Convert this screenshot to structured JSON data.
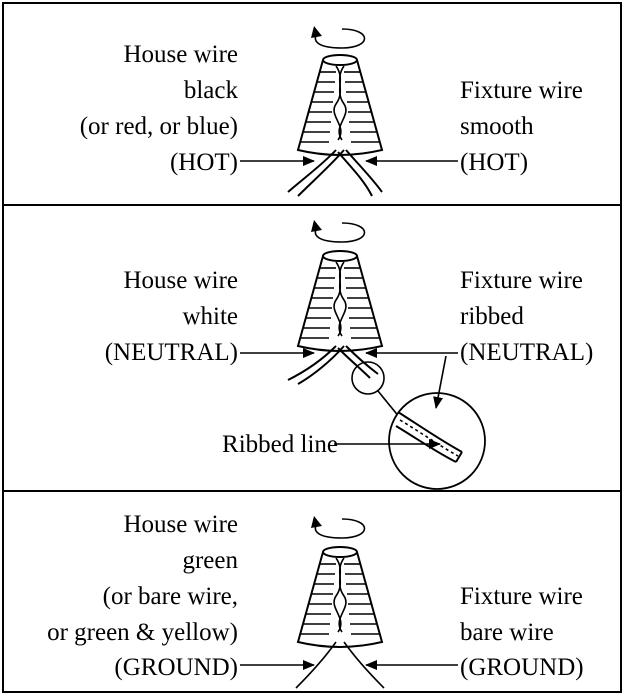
{
  "panels": [
    {
      "house_wire": {
        "lines": [
          "House wire",
          "black",
          "(or red, or blue)"
        ],
        "tag": "(HOT)"
      },
      "fixture_wire": {
        "lines": [
          "Fixture wire",
          "smooth"
        ],
        "tag": "(HOT)"
      }
    },
    {
      "house_wire": {
        "lines": [
          "House wire",
          "white"
        ],
        "tag": "(NEUTRAL)"
      },
      "fixture_wire": {
        "lines": [
          "Fixture wire",
          "ribbed"
        ],
        "tag": "(NEUTRAL)"
      },
      "callout": "Ribbed line"
    },
    {
      "house_wire": {
        "lines": [
          "House wire",
          "green",
          "(or bare wire,",
          "or green & yellow)"
        ],
        "tag": "(GROUND)"
      },
      "fixture_wire": {
        "lines": [
          "Fixture wire",
          "bare wire"
        ],
        "tag": "(GROUND)"
      }
    }
  ],
  "icons": [
    "twist-arrow-icon",
    "wire-nut-icon"
  ],
  "colors": {
    "ink": "#000000",
    "background": "#ffffff"
  }
}
